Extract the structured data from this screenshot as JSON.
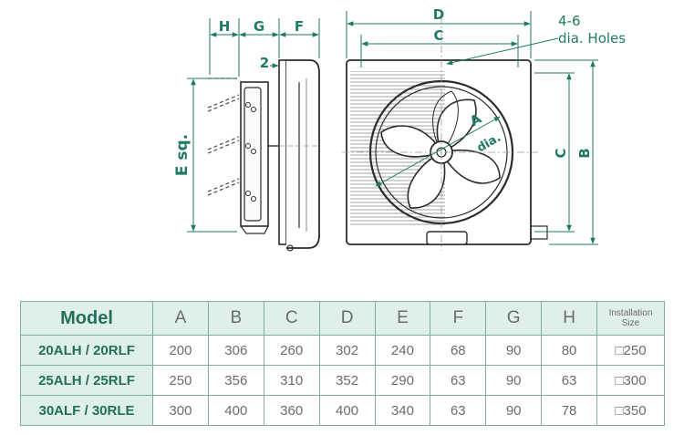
{
  "dimension_labels": {
    "h": "H",
    "g": "G",
    "f": "F",
    "offset": "2",
    "e_sq": "E sq.",
    "d": "D",
    "c_top": "C",
    "c_side": "C",
    "b": "B",
    "a": "A",
    "dia": "dia.",
    "holes_line1": "4-6",
    "holes_line2": "dia. Holes"
  },
  "colors": {
    "dimension": "#1f7a64",
    "outline": "#2b2b2b",
    "table_header_bg": "#dff0ea",
    "table_border": "#7fae9f"
  },
  "table": {
    "model_header": "Model",
    "size_header_line1": "Installation",
    "size_header_line2": "Size",
    "columns": [
      "A",
      "B",
      "C",
      "D",
      "E",
      "F",
      "G",
      "H"
    ],
    "rows": [
      {
        "model": "20ALH / 20RLF",
        "values": [
          "200",
          "306",
          "260",
          "302",
          "240",
          "68",
          "90",
          "80"
        ],
        "size": "□250"
      },
      {
        "model": "25ALH / 25RLF",
        "values": [
          "250",
          "356",
          "310",
          "352",
          "290",
          "63",
          "90",
          "63"
        ],
        "size": "□300"
      },
      {
        "model": "30ALF / 30RLE",
        "values": [
          "300",
          "400",
          "360",
          "400",
          "340",
          "63",
          "90",
          "78"
        ],
        "size": "□350"
      }
    ]
  }
}
